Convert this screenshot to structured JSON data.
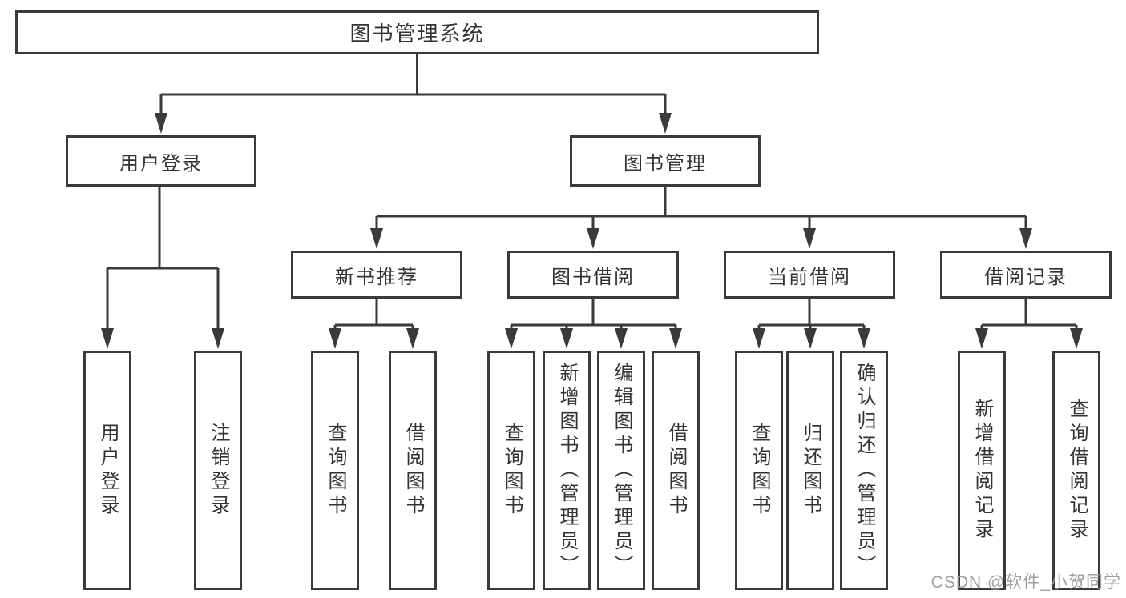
{
  "diagram": {
    "title": "图书管理系统",
    "nodes": {
      "root": "图书管理系统",
      "user_login": "用户登录",
      "book_management": "图书管理",
      "new_book_recommend": "新书推荐",
      "book_borrow": "图书借阅",
      "current_borrow": "当前借阅",
      "borrow_records": "借阅记录"
    },
    "leaves": {
      "user_login": [
        "用户登录",
        "注销登录"
      ],
      "new_book_recommend": [
        "查询图书",
        "借阅图书"
      ],
      "book_borrow": [
        "查询图书",
        "新增图书（管理员）",
        "编辑图书（管理员）",
        "借阅图书"
      ],
      "current_borrow": [
        "查询图书",
        "归还图书",
        "确认归还（管理员）"
      ],
      "borrow_records": [
        "新增借阅记录",
        "查询借阅记录"
      ]
    }
  },
  "watermark": {
    "text": "CSDN @软件_小贺同学"
  },
  "colors": {
    "line": "#3a3a3a",
    "text": "#333333",
    "watermark": "#969696",
    "background": "#ffffff"
  }
}
